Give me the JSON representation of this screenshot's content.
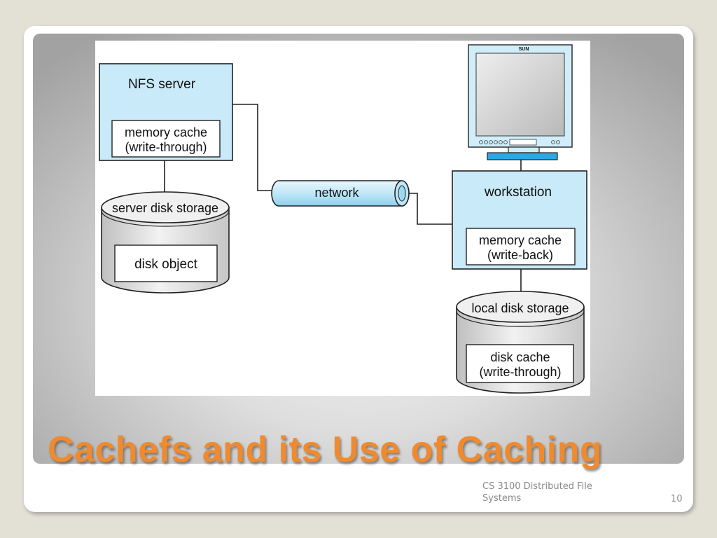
{
  "diagram": {
    "nfs_server": {
      "label": "NFS server",
      "cache_line1": "memory cache",
      "cache_line2": "(write-through)"
    },
    "server_disk": {
      "label": "server disk storage",
      "inner": "disk object"
    },
    "network": {
      "label": "network"
    },
    "monitor": {
      "brand": "SUN"
    },
    "workstation": {
      "label": "workstation",
      "cache_line1": "memory cache",
      "cache_line2": "(write-back)"
    },
    "local_disk": {
      "label": "local disk storage",
      "inner_line1": "disk cache",
      "inner_line2": "(write-through)"
    }
  },
  "slide": {
    "title": "Cachefs and its Use of Caching",
    "footer_course": "CS 3100 Distributed File Systems",
    "page_number": "10"
  },
  "colors": {
    "title": "#ef8a2f",
    "box_fill": "#c9eaf8",
    "disk_fill": "#e3e3e3"
  }
}
